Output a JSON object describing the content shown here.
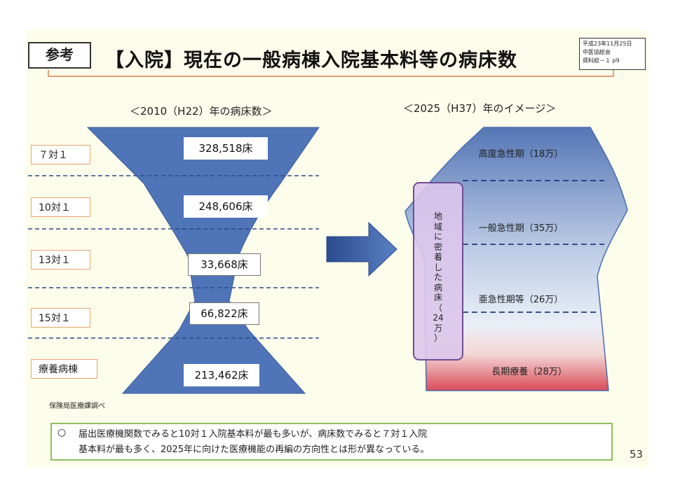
{
  "header": {
    "ref_tag": "参考",
    "title": "【入院】現在の一般病棟入院基本料等の病床数",
    "source_lines": [
      "平成23年11月25日",
      "中医協総会",
      "資料総－１ p9"
    ]
  },
  "left": {
    "heading": "＜2010（H22）年の病床数＞",
    "categories": [
      "７対１",
      "10対１",
      "13対１",
      "15対１",
      "療養病棟"
    ],
    "values": [
      "328,518床",
      "248,606床",
      "33,668床",
      "66,822床",
      "213,462床"
    ]
  },
  "right": {
    "heading": "＜2025（H37）年のイメージ＞",
    "segments": [
      "高度急性期（18万）",
      "一般急性期（35万）",
      "亜急性期等（26万）",
      "長期療養（28万）"
    ],
    "local_beds_chars": [
      "地",
      "域",
      "に",
      "密",
      "着",
      "し",
      "た",
      "病",
      "床",
      "（",
      "24",
      "万",
      "）"
    ]
  },
  "survey_source": "保険局医療課調べ",
  "note": {
    "mark": "○",
    "line1": "届出医療機関数でみると10対１入院基本料が最も多いが、病床数でみると７対１入院",
    "line2": "基本料が最も多く、2025年に向けた医療機能の再編の方向性とは形が異なっている。"
  },
  "page_number": "53",
  "colors": {
    "shape_blue": "#4f74b8",
    "shape_dark": "#2a4a8a",
    "right_top": "#5576b5",
    "right_bottom": "#d94b57",
    "note_border": "#8dc059",
    "cat_border": "#e8a271"
  }
}
